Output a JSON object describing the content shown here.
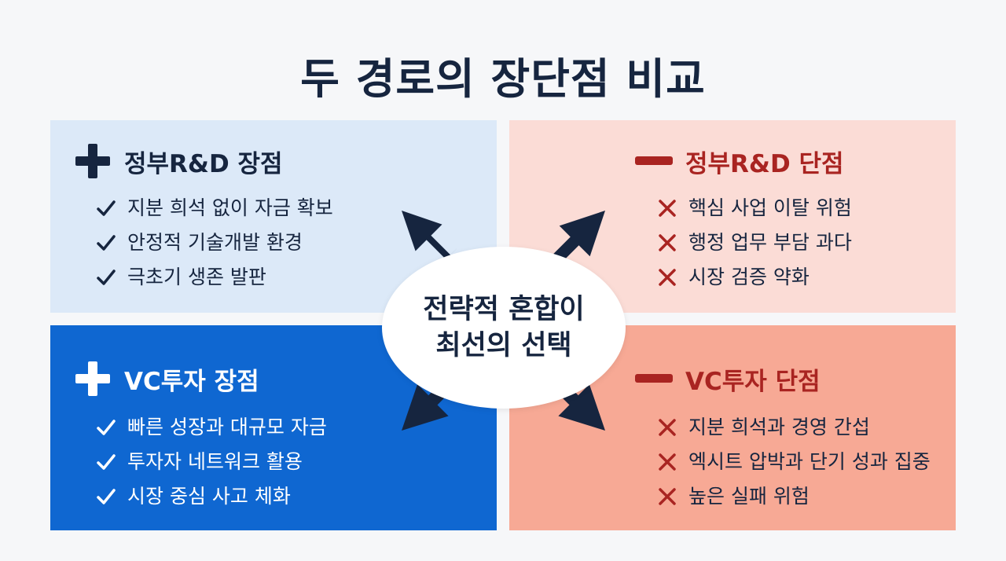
{
  "title": "두 경로의 장단점 비교",
  "center": {
    "line1": "전략적 혼합이",
    "line2": "최선의 선택"
  },
  "quadrants": {
    "gov_pros": {
      "heading": "정부R&D 장점",
      "symbol": "plus-icon",
      "items": [
        "지분 희석 없이 자금 확보",
        "안정적 기술개발 환경",
        "극초기 생존 발판"
      ]
    },
    "gov_cons": {
      "heading": "정부R&D 단점",
      "symbol": "minus-icon",
      "items": [
        "핵심 사업 이탈 위험",
        "행정 업무 부담 과다",
        "시장 검증 약화"
      ]
    },
    "vc_pros": {
      "heading": "VC투자 장점",
      "symbol": "plus-icon",
      "items": [
        "빠른 성장과 대규모 자금",
        "투자자 네트워크 활용",
        "시장 중심 사고 체화"
      ]
    },
    "vc_cons": {
      "heading": "VC투자 단점",
      "symbol": "minus-icon",
      "items": [
        "지분 희석과 경영 간섭",
        "엑시트 압박과 단기 성과 집중",
        "높은 실패 위험"
      ]
    }
  },
  "colors": {
    "navy": "#16253f",
    "pros_light": "#dce9f8",
    "pros_dark": "#0f67d1",
    "cons_light": "#fbdcd6",
    "cons_dark": "#f7a995",
    "cons_text": "#a92421"
  }
}
